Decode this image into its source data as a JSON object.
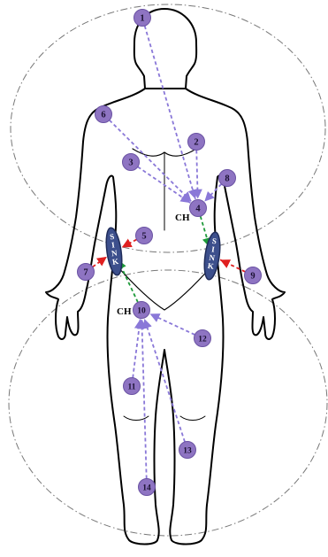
{
  "colors": {
    "node_fill": "#8e74c2",
    "node_stroke": "#6a52a3",
    "node_text": "#1a1030",
    "link_intra": "#8a78d8",
    "link_sink": "#e02020",
    "link_ch": "#1e9a3a",
    "sink_fill": "#3c4f8c",
    "sink_stroke": "#1f2c5a",
    "sink_text": "#ffffff",
    "body_outline": "#000000",
    "cluster_outline": "#777777"
  },
  "nodes": [
    {
      "id": "1",
      "label": "1"
    },
    {
      "id": "2",
      "label": "2"
    },
    {
      "id": "3",
      "label": "3"
    },
    {
      "id": "4",
      "label": "4"
    },
    {
      "id": "5",
      "label": "5"
    },
    {
      "id": "6",
      "label": "6"
    },
    {
      "id": "7",
      "label": "7"
    },
    {
      "id": "8",
      "label": "8"
    },
    {
      "id": "9",
      "label": "9"
    },
    {
      "id": "10",
      "label": "10"
    },
    {
      "id": "11",
      "label": "11"
    },
    {
      "id": "12",
      "label": "12"
    },
    {
      "id": "13",
      "label": "13"
    },
    {
      "id": "14",
      "label": "14"
    }
  ],
  "cluster_heads": [
    {
      "node": "4",
      "label": "CH"
    },
    {
      "node": "10",
      "label": "CH"
    }
  ],
  "sinks": [
    {
      "id": "sink-right-hip",
      "label": "SINK"
    },
    {
      "id": "sink-left-hip",
      "label": "SINK"
    }
  ],
  "links": [
    {
      "from": "1",
      "to": "4",
      "type": "intra"
    },
    {
      "from": "2",
      "to": "4",
      "type": "intra"
    },
    {
      "from": "3",
      "to": "4",
      "type": "intra"
    },
    {
      "from": "6",
      "to": "4",
      "type": "intra"
    },
    {
      "from": "8",
      "to": "4",
      "type": "intra"
    },
    {
      "from": "4",
      "to": "sink-left-hip",
      "type": "ch"
    },
    {
      "from": "10",
      "to": "sink-right-hip",
      "type": "ch"
    },
    {
      "from": "5",
      "to": "sink-right-hip",
      "type": "sink"
    },
    {
      "from": "7",
      "to": "sink-right-hip",
      "type": "sink"
    },
    {
      "from": "9",
      "to": "sink-left-hip",
      "type": "sink"
    },
    {
      "from": "11",
      "to": "10",
      "type": "intra"
    },
    {
      "from": "12",
      "to": "10",
      "type": "intra"
    },
    {
      "from": "13",
      "to": "10",
      "type": "intra"
    },
    {
      "from": "14",
      "to": "10",
      "type": "intra"
    }
  ]
}
